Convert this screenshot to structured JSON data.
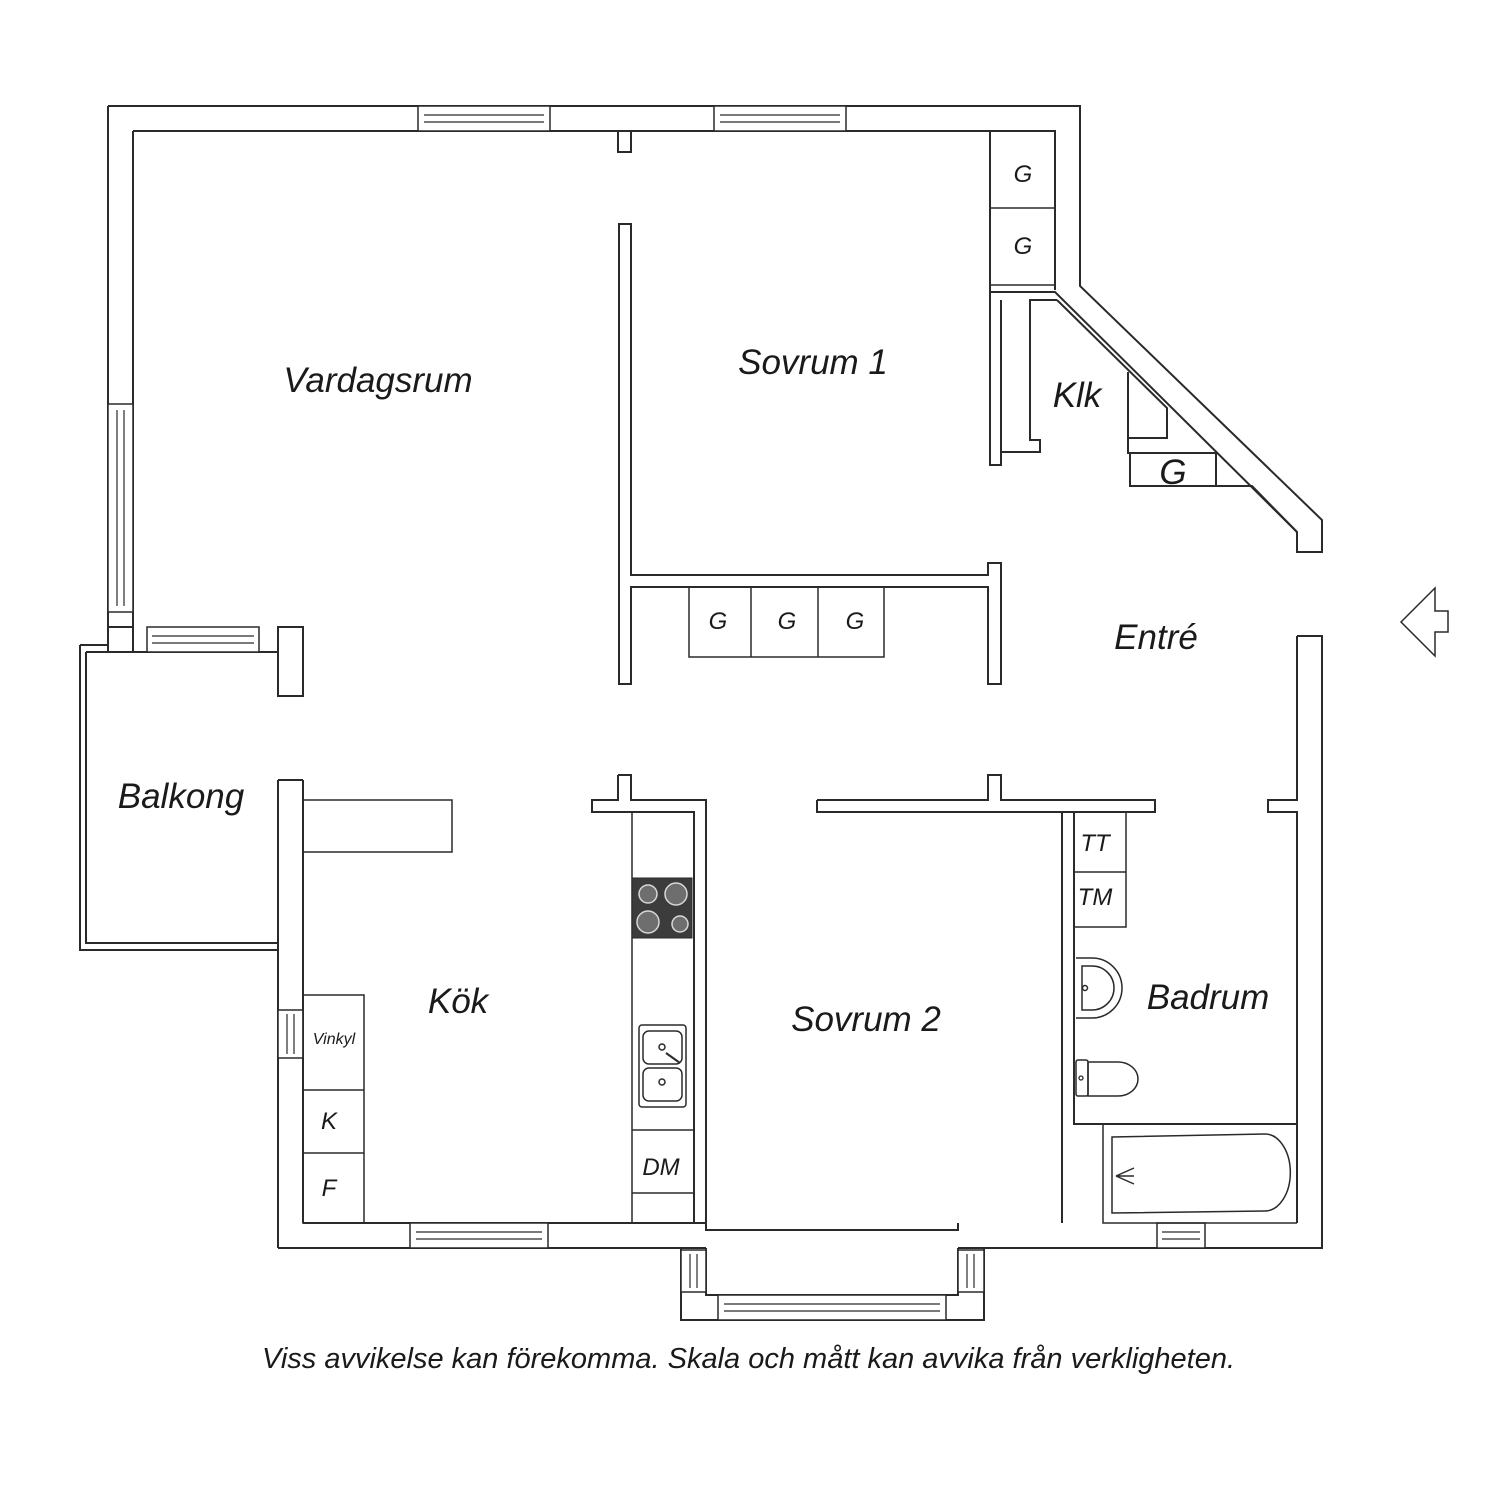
{
  "rooms": {
    "vardagsrum": "Vardagsrum",
    "sovrum1": "Sovrum 1",
    "klk": "Klk",
    "entre": "Entré",
    "balkong": "Balkong",
    "kok": "Kök",
    "sovrum2": "Sovrum 2",
    "badrum": "Badrum"
  },
  "fixtures": {
    "closet": "G",
    "tt": "TT",
    "tm": "TM",
    "vinkyl": "Vinkyl",
    "kyl": "K",
    "frys": "F",
    "dm": "DM"
  },
  "disclaimer": "Viss avvikelse kan förekomma. Skala och mått kan avvika från verkligheten."
}
